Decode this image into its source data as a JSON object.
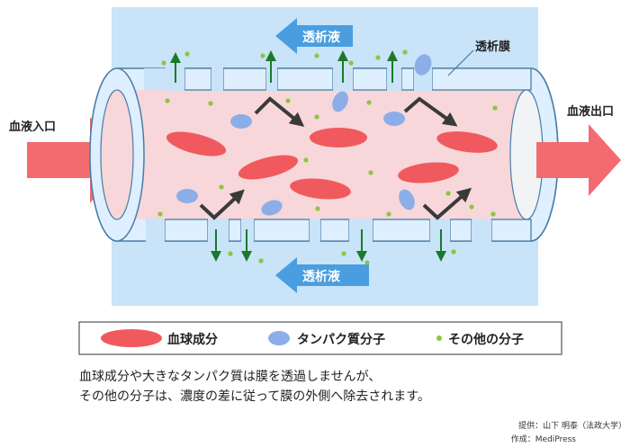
{
  "labels": {
    "dialysate_top": "透析液",
    "dialysate_bottom": "透析液",
    "membrane": "透析膜",
    "blood_in": "血液入口",
    "blood_out": "血液出口"
  },
  "legend": {
    "blood_cells": "血球成分",
    "proteins": "タンパク質分子",
    "other_molecules": "その他の分子"
  },
  "caption": {
    "line1": "血球成分や大きなタンパク質は膜を透過しませんが、",
    "line2": "その他の分子は、濃度の差に従って膜の外側へ除去されます。"
  },
  "credits": {
    "provided_by": "提供：山下 明泰（法政大学）",
    "produced_by": "作成：MediPress"
  },
  "colors": {
    "dialysate": "#c9e3f8",
    "blood": "#f7d7d9",
    "blood_cell": "#f05a5e",
    "protein": "#8caee8",
    "molecule": "#8cc63f",
    "arrow_blue": "#4a9ee0",
    "arrow_red": "#f36b6f",
    "membrane_outline": "#4a7da8",
    "outflow_arrow": "#1a7a2a"
  }
}
